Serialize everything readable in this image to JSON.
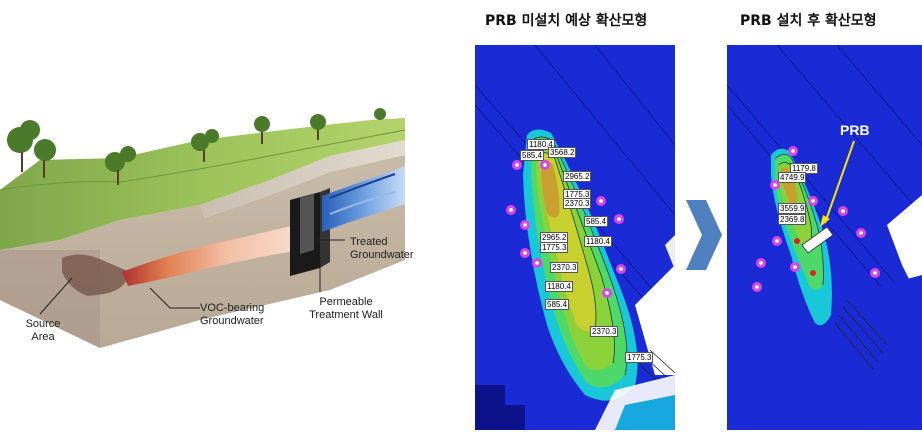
{
  "diagram": {
    "labels": {
      "source_area": "Source\nArea",
      "voc_groundwater": "VOC-bearing\nGroundwater",
      "treatment_wall": "Permeable\nTreatment Wall",
      "treated_groundwater": "Treated\nGroundwater"
    }
  },
  "model_left": {
    "title": "PRB 미설치 예상 확산모형",
    "contour_values": [
      "1180.4",
      "585.4",
      "3568.2",
      "2965.2",
      "1775.3",
      "2370.3",
      "585.4",
      "1180.4",
      "2965.2",
      "1775.3",
      "2370.3",
      "1180.4",
      "585.4",
      "2370.3",
      "1775.3"
    ]
  },
  "model_right": {
    "title": "PRB 설치 후 확산모형",
    "prb_label": "PRB",
    "contour_values": [
      "1179.8",
      "4749.9",
      "3559.9",
      "2369.8"
    ]
  },
  "colors": {
    "model_bg": "#1a2bd6",
    "plume_outer": "#18c7d8",
    "plume_core": "#c8a030",
    "arrow": "#4f80c0"
  }
}
